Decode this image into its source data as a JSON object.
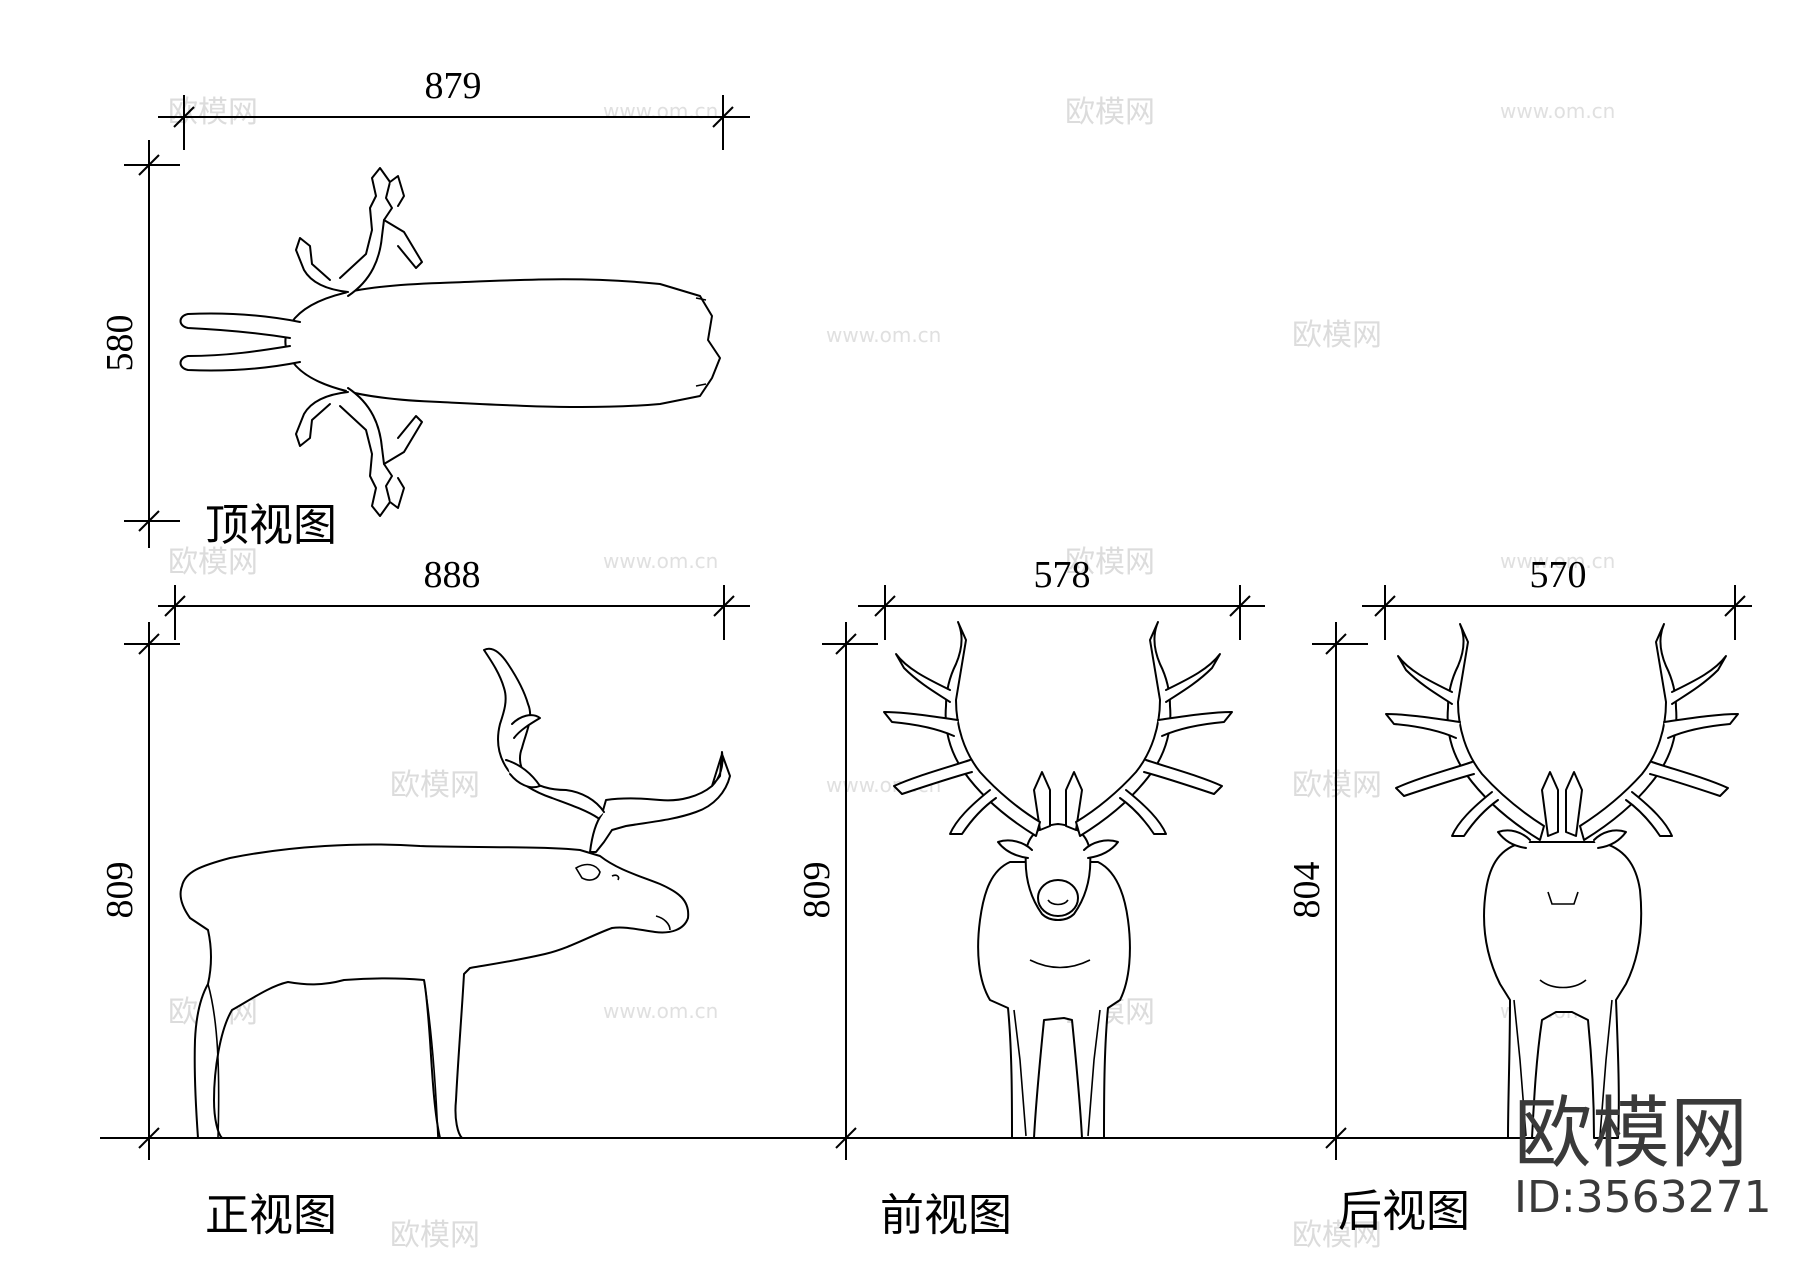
{
  "views": {
    "top": {
      "title": "顶视图",
      "width": "879",
      "height": "580"
    },
    "side": {
      "title": "正视图",
      "width": "888",
      "height": "809"
    },
    "front": {
      "title": "前视图",
      "width": "578",
      "height": "809"
    },
    "back": {
      "title": "后视图",
      "width": "570",
      "height": "804"
    }
  },
  "watermark": {
    "brand": "欧模网",
    "site": "www.om.cn",
    "id": "ID:3563271"
  }
}
